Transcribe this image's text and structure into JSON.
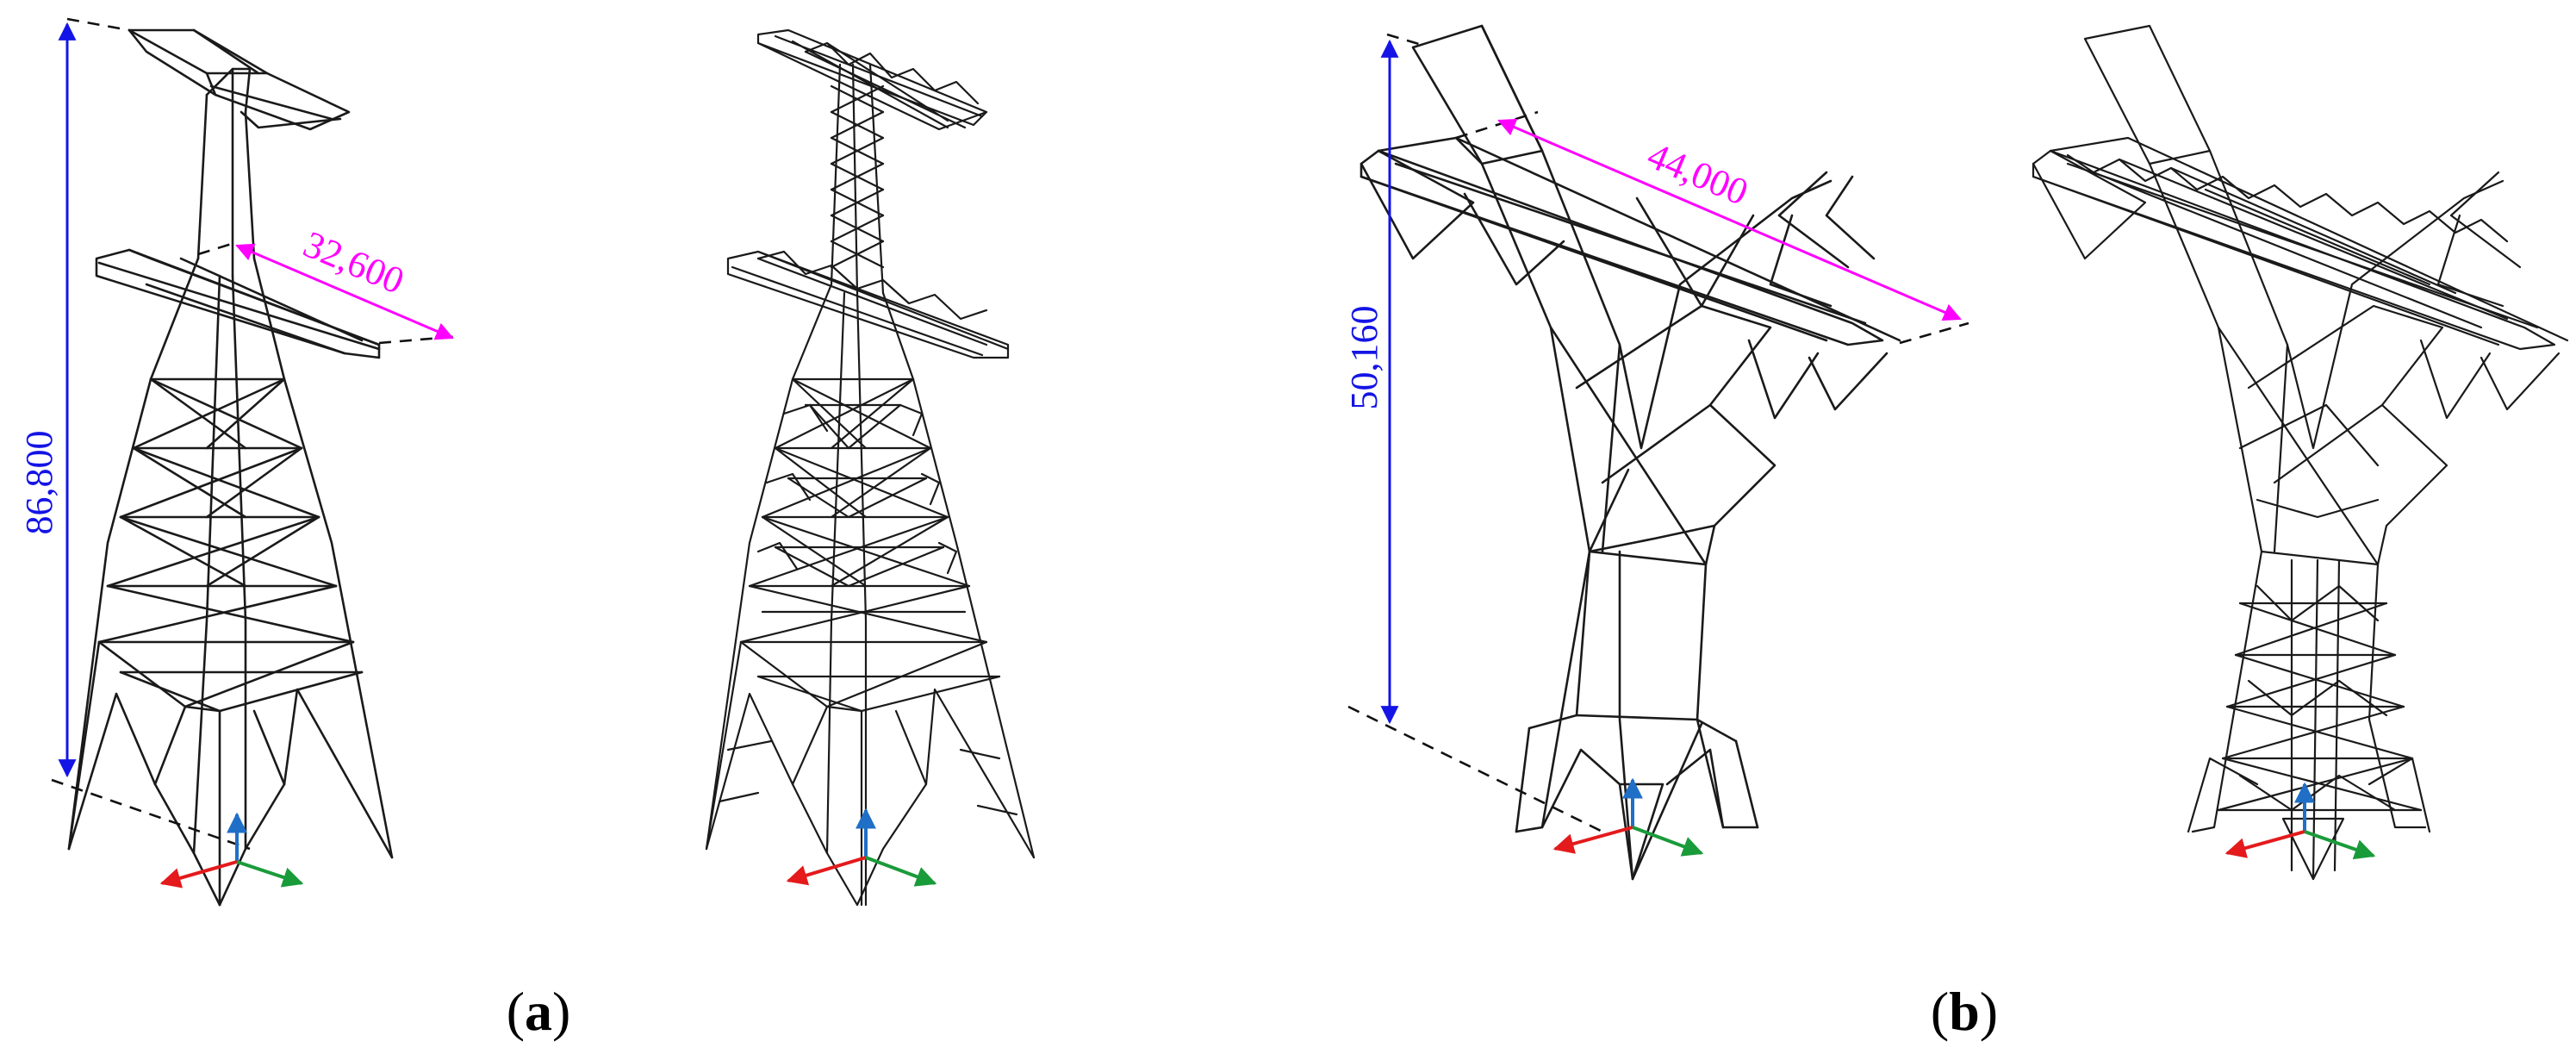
{
  "panels": [
    {
      "id": "a",
      "label": "a",
      "height_dim": "86,800",
      "arm_dim": "32,600"
    },
    {
      "id": "b",
      "label": "b",
      "height_dim": "50,160",
      "arm_dim": "44,000"
    }
  ],
  "colors": {
    "height_dimension": "#1414e6",
    "arm_dimension": "#ff00ff",
    "axis_x": "#e41a1c",
    "axis_y": "#1a9b3a",
    "axis_z": "#1f6fc6",
    "frame": "#1a1a1a"
  }
}
